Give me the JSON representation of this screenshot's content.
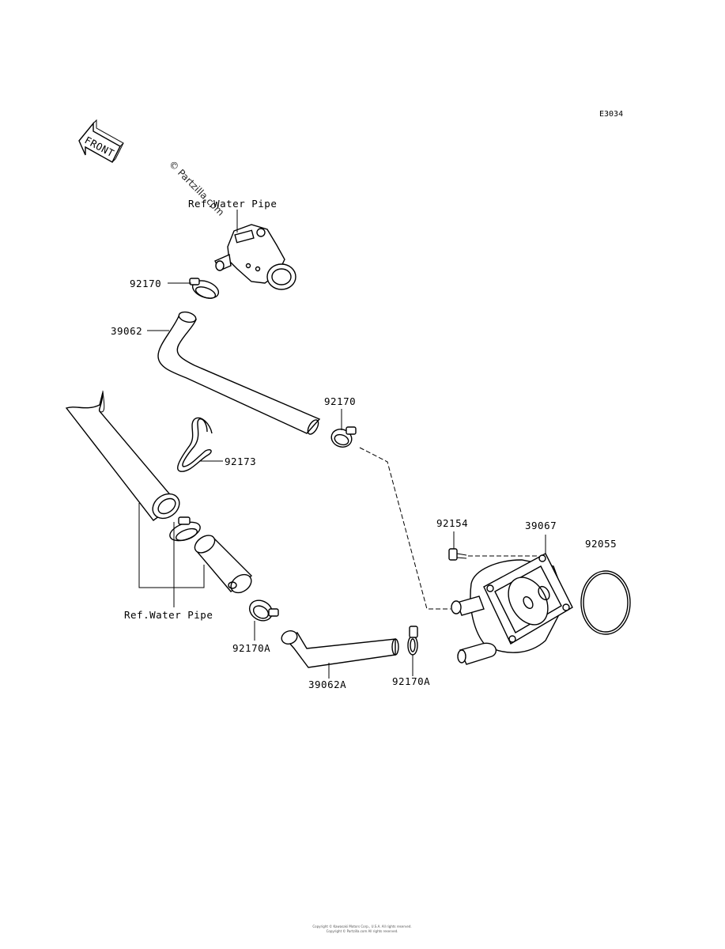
{
  "diagram_code": "E3034",
  "front_label": "FRONT",
  "watermark": "© Partzilla.com",
  "labels": {
    "ref_water_pipe_top": "Ref.Water Pipe",
    "ref_water_pipe_bottom": "Ref.Water Pipe",
    "p92170_top": "92170",
    "p39062": "39062",
    "p92170_mid": "92170",
    "p92173": "92173",
    "p92154": "92154",
    "p39067": "39067",
    "p92055": "92055",
    "p92170A_left": "92170A",
    "p39062A": "39062A",
    "p92170A_right": "92170A"
  },
  "footer": {
    "line1": "Copyright © Kawasaki Motors Corp., U.S.A. All rights reserved.",
    "line2": "Copyright © Partzilla.com All rights reserved."
  }
}
